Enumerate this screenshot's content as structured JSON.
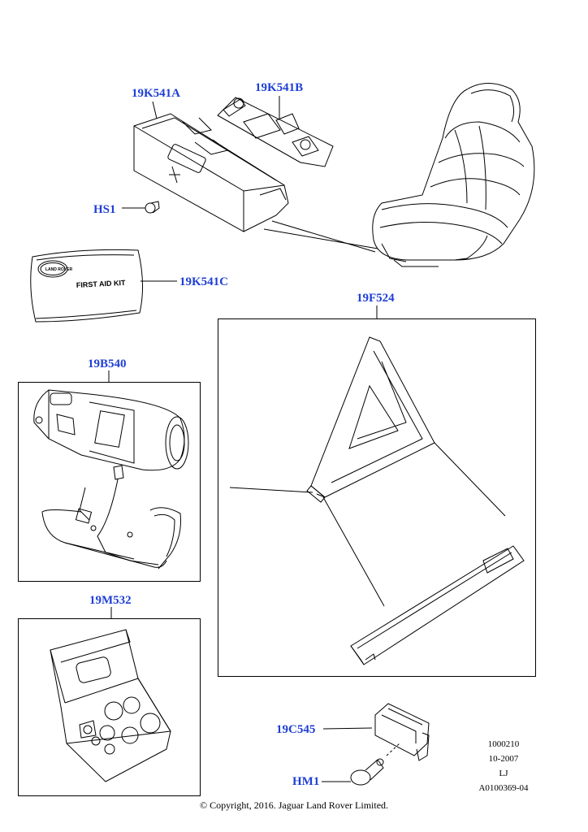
{
  "labels": {
    "p19K541A": "19K541A",
    "p19K541B": "19K541B",
    "hs1": "HS1",
    "p19K541C": "19K541C",
    "p19F524": "19F524",
    "p19B540": "19B540",
    "p19M532": "19M532",
    "p19C545": "19C545",
    "hm1": "HM1"
  },
  "first_aid_kit_text": "FIRST AID KIT",
  "logo_text": "LAND ROVER",
  "meta": {
    "line1": "1000210",
    "line2": "10-2007",
    "line3": "LJ",
    "line4": "A0100369-04"
  },
  "copyright": "© Copyright, 2016. Jaguar Land Rover Limited.",
  "colors": {
    "label": "#1f3fd6",
    "line": "#000000",
    "background": "#ffffff"
  }
}
